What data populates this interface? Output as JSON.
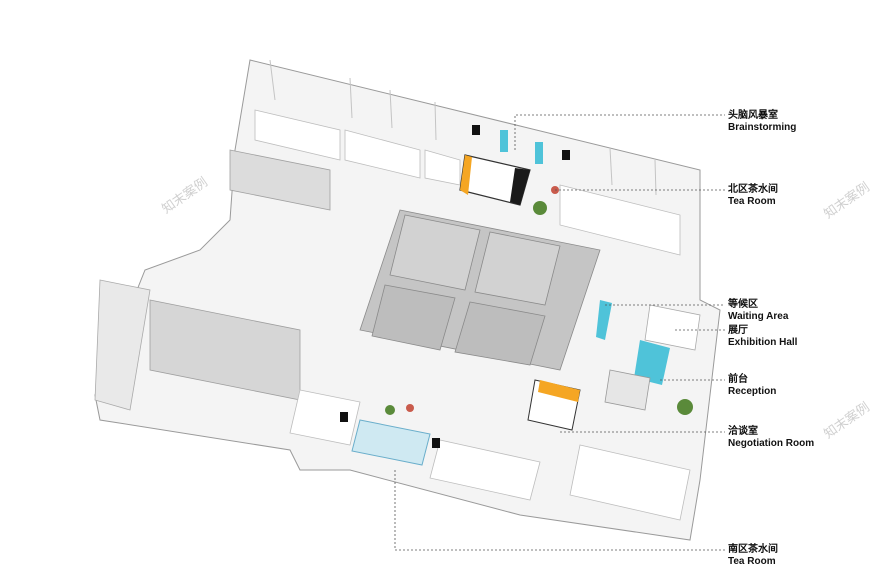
{
  "labels": {
    "brainstorming": {
      "zh": "头脑风暴室",
      "en": "Brainstorming"
    },
    "north_tea": {
      "zh": "北区茶水间",
      "en": "Tea Room"
    },
    "waiting": {
      "zh": "等候区",
      "en": "Waiting Area"
    },
    "exhibition": {
      "zh": "展厅",
      "en": "Exhibition Hall"
    },
    "reception": {
      "zh": "前台",
      "en": "Reception"
    },
    "negotiation": {
      "zh": "洽谈室",
      "en": "Negotiation Room"
    },
    "south_tea": {
      "zh": "南区茶水间",
      "en": "Tea Room"
    }
  },
  "watermark": "知末案例",
  "colors": {
    "accent_orange": "#f5a623",
    "accent_cyan": "#4fc3d9",
    "wall_grey": "#c8c8c8",
    "floor_light": "#f2f2f2",
    "leader_line": "#555555"
  }
}
